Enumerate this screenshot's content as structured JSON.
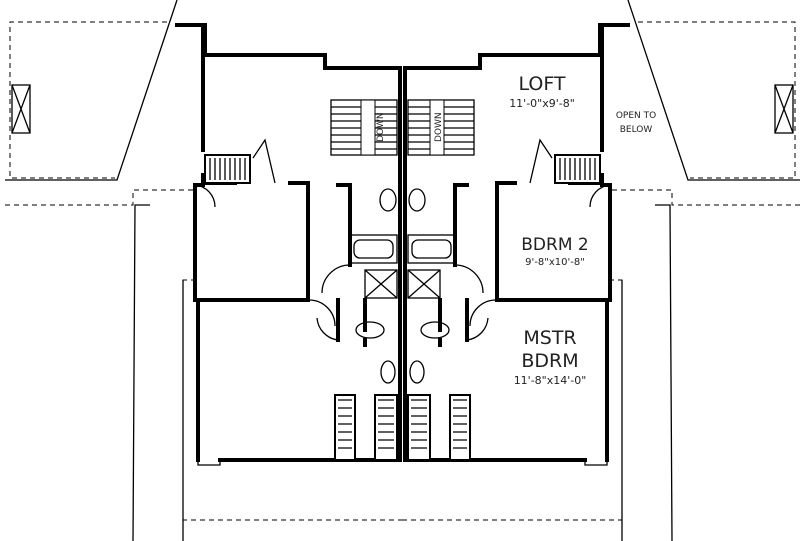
{
  "rooms": {
    "loft": {
      "name": "LOFT",
      "size": "11'-0\"x9'-8\""
    },
    "open_to_below": {
      "line1": "OPEN TO",
      "line2": "BELOW"
    },
    "bedroom2": {
      "name": "BDRM 2",
      "size": "9'-8\"x10'-8\""
    },
    "master": {
      "line1": "MSTR",
      "line2": "BDRM",
      "size": "11'-8\"x14'-0\""
    }
  },
  "stairs": {
    "left_label": "DOWN",
    "right_label": "DOWN"
  }
}
